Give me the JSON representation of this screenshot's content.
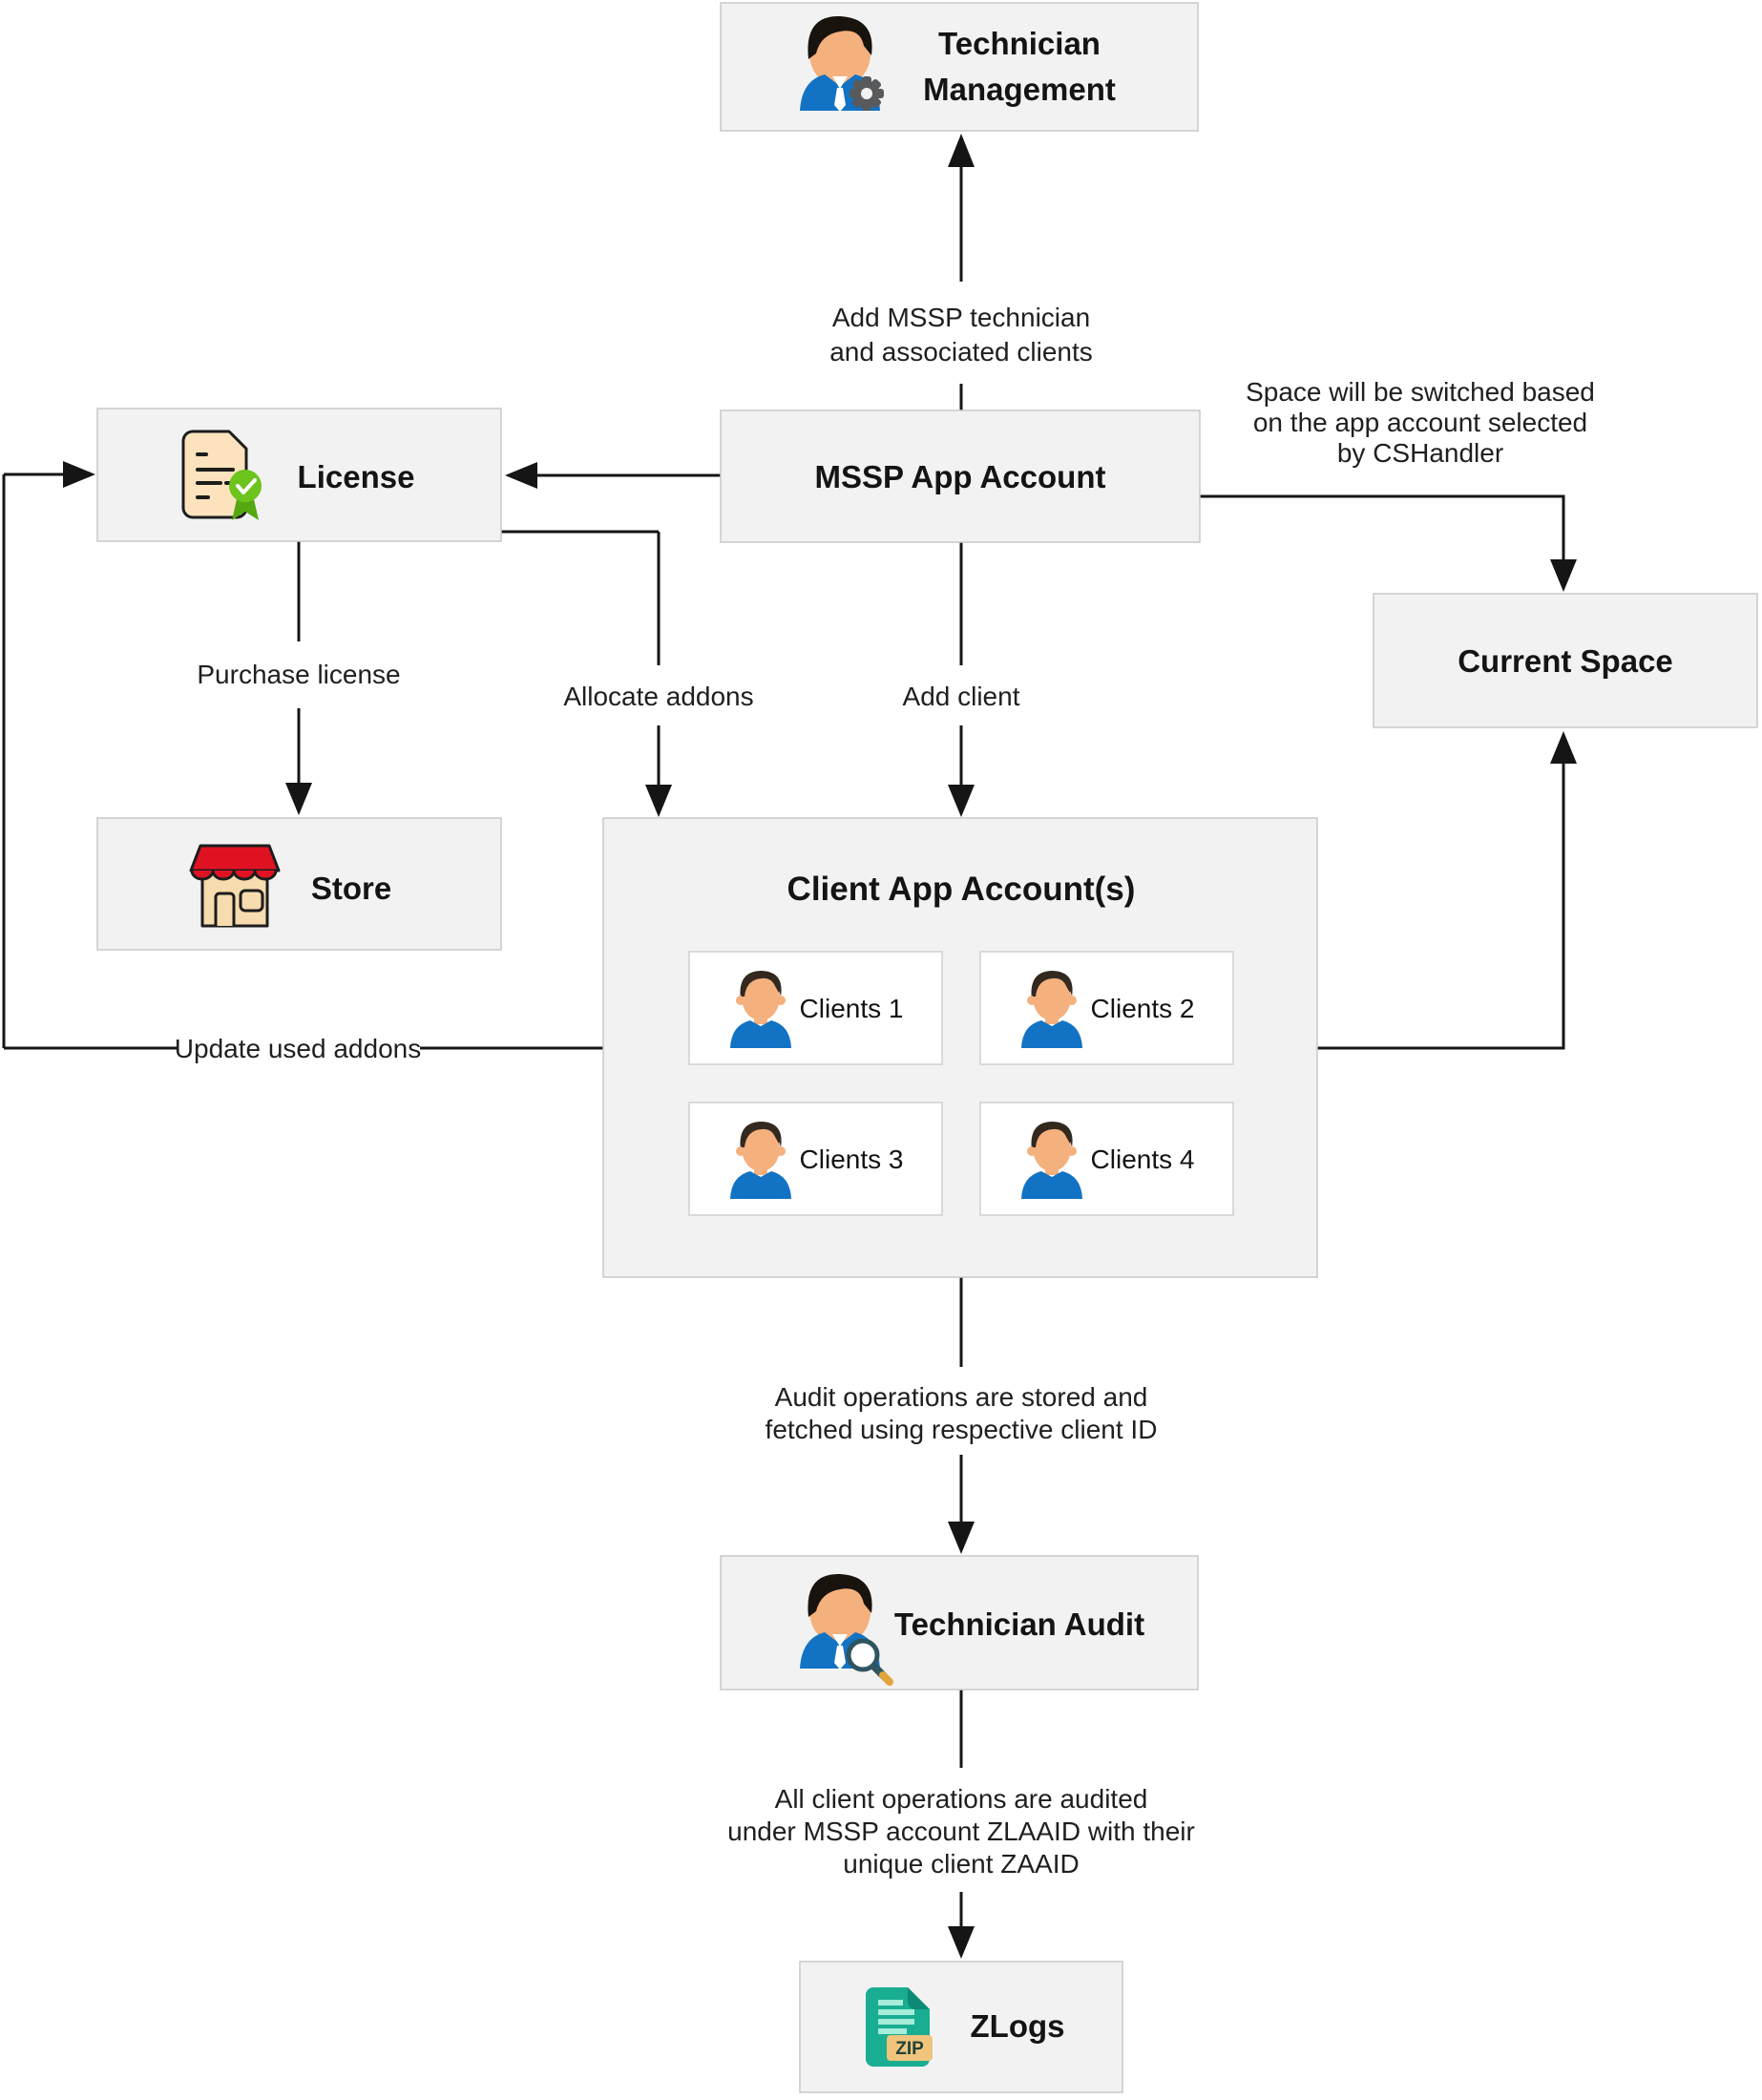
{
  "diagram": {
    "nodes": {
      "technician_management": {
        "label_line1": "Technician",
        "label_line2": "Management",
        "icon": "technician-gear-icon"
      },
      "mssp_app_account": {
        "label": "MSSP App Account"
      },
      "license": {
        "label": "License",
        "icon": "license-certificate-icon"
      },
      "current_space": {
        "label": "Current Space"
      },
      "store": {
        "label": "Store",
        "icon": "storefront-icon"
      },
      "client_app_accounts": {
        "label": "Client App Account(s)",
        "icon": "client-avatar-icon",
        "clients": [
          "Clients 1",
          "Clients 2",
          "Clients 3",
          "Clients 4"
        ]
      },
      "technician_audit": {
        "label": "Technician Audit",
        "icon": "technician-magnifier-icon"
      },
      "zlogs": {
        "label": "ZLogs",
        "icon": "zip-document-icon",
        "zip_badge": "ZIP"
      }
    },
    "edges": {
      "add_technician": {
        "line1": "Add MSSP technician",
        "line2": "and associated clients"
      },
      "space_switch": {
        "line1": "Space will be switched based",
        "line2": "on the app account selected",
        "line3": "by CSHandler"
      },
      "purchase_license": {
        "label": "Purchase license"
      },
      "allocate_addons": {
        "label": "Allocate addons"
      },
      "add_client": {
        "label": "Add client"
      },
      "update_used_addons": {
        "label": "Update used addons"
      },
      "audit_operations": {
        "line1": "Audit operations are stored and",
        "line2": "fetched using respective client ID"
      },
      "audited_under": {
        "line1": "All client operations are audited",
        "line2": "under MSSP account ZLAAID with their",
        "line3": "unique client ZAAID"
      }
    },
    "colors": {
      "box_fill": "#f2f2f2",
      "box_border": "#c9c9c9",
      "card_fill": "#ffffff",
      "card_border": "#cfcfcf",
      "line": "#151515",
      "text": "#141414",
      "caption_text": "#1f1f1f",
      "outline": "#1d1d1d",
      "avatar_blue": "#1273c4",
      "skin": "#f4b07d",
      "hair": "#19130e",
      "avatar_hair": "#33291f",
      "license_paper": "#fce3bd",
      "badge_green": "#6cc41c",
      "badge_green_dark": "#55a80f",
      "store_red": "#e01222",
      "store_tan": "#f6dcae",
      "zlogs_teal": "#19ad92",
      "zlogs_teal_dark": "#0c8a74",
      "zip_stripe": "#a5ecd9",
      "zip_tag": "#f0c47c",
      "gear_gray": "#58595b",
      "magnifier_rim": "#2f5561",
      "magnifier_tip": "#e2a43c"
    }
  }
}
